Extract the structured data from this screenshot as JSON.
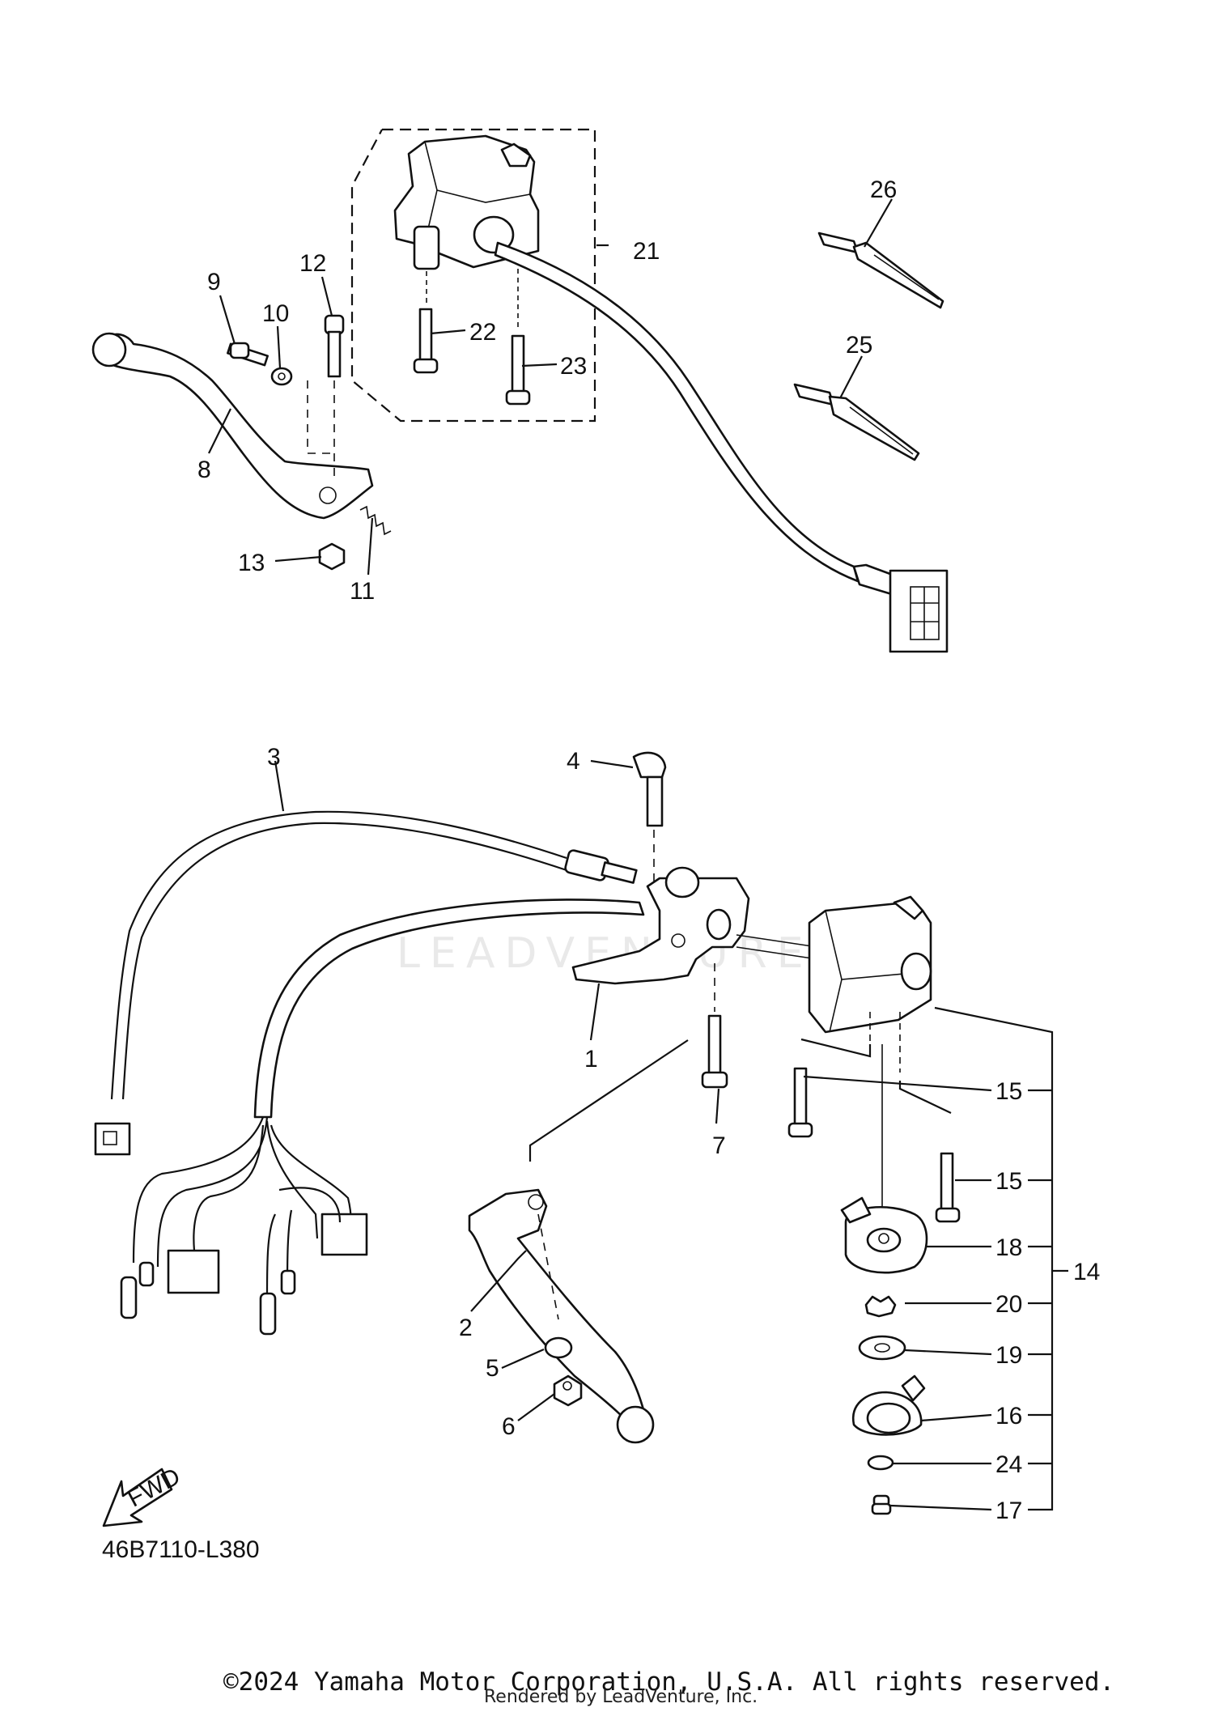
{
  "diagram": {
    "reference_code": "46B7110-L380",
    "fwd_label": "FWD",
    "watermark": "LEADVENTURE",
    "copyright": "©2024 Yamaha Motor Corporation, U.S.A. All rights reserved.",
    "rendered_by": "Rendered by LeadVenture, Inc.",
    "callouts": [
      "1",
      "2",
      "3",
      "4",
      "5",
      "6",
      "7",
      "8",
      "9",
      "10",
      "11",
      "12",
      "13",
      "14",
      "15",
      "15",
      "16",
      "17",
      "18",
      "19",
      "20",
      "21",
      "22",
      "23",
      "24",
      "25",
      "26"
    ]
  }
}
